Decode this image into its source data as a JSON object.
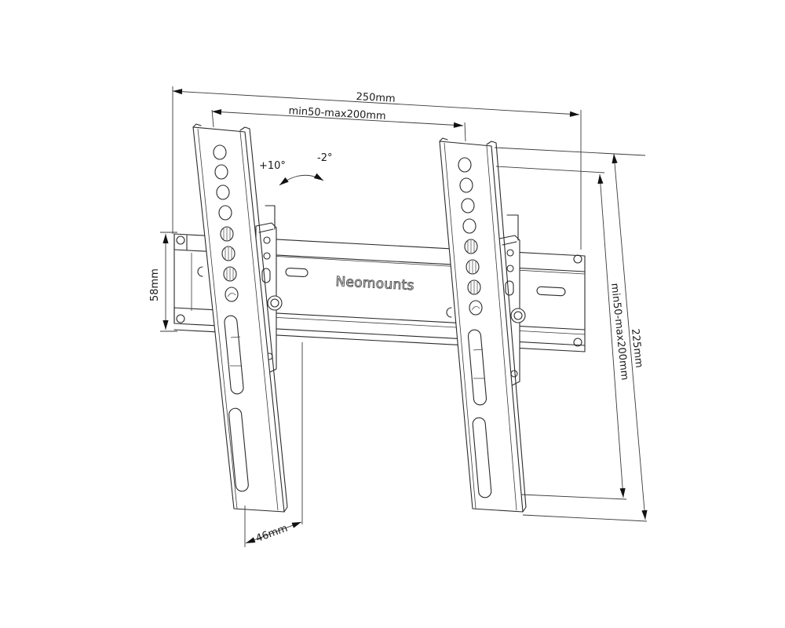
{
  "diagram": {
    "subject": "Tilting TV wall mount",
    "brand_label": "Neomounts",
    "dimensions": {
      "overall_width": "250mm",
      "vesa_horizontal": "min50-max200mm",
      "overall_height": "225mm",
      "vesa_vertical": "min50-max200mm",
      "wall_plate_height": "58mm",
      "wall_distance": "46mm"
    },
    "tilt": {
      "forward": "+10°",
      "backward": "-2°"
    },
    "colors": {
      "background": "#ffffff",
      "line": "#2a2a2a"
    }
  }
}
